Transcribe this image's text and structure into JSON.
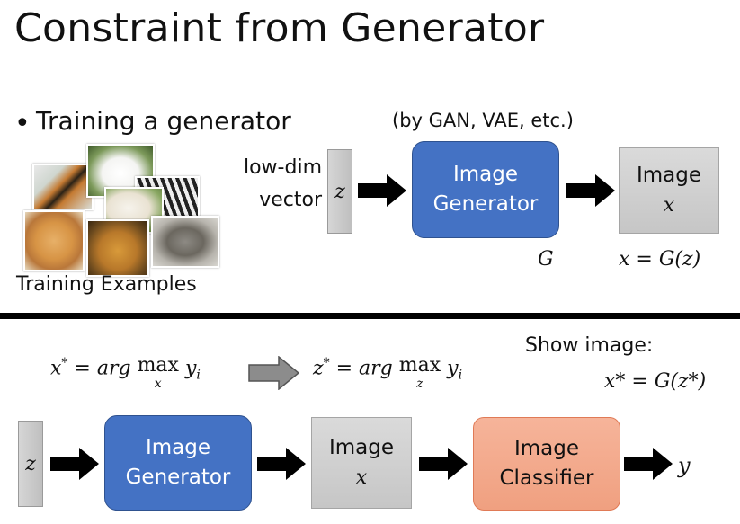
{
  "title": "Constraint from Generator",
  "bullet": "Training a generator",
  "note": "(by GAN, VAE, etc.)",
  "caption": "Training Examples",
  "photos": [
    "tiger",
    "samoyed",
    "llama",
    "zebra",
    "doge",
    "cat",
    "wolf"
  ],
  "top": {
    "vec_label_1": "low-dim",
    "vec_label_2": "vector",
    "z": "z",
    "generator_line1": "Image",
    "generator_line2": "Generator",
    "image_line1": "Image",
    "image_line2": "x",
    "g_label": "G",
    "x_eq": "x = G(z)"
  },
  "bottom": {
    "eq1_lhs": "x",
    "eq1_star": "*",
    "eq1_mid": " = arg ",
    "eq1_max": "max",
    "eq1_under": "x",
    "eq1_y": "y",
    "eq1_i": "i",
    "eq2_lhs": "z",
    "eq2_star": "*",
    "eq2_mid": " = arg ",
    "eq2_max": "max",
    "eq2_under": "z",
    "eq2_y": "y",
    "eq2_i": "i",
    "show_label": "Show image:",
    "show_eq": "x* = G(z*)",
    "z": "z",
    "generator_line1": "Image",
    "generator_line2": "Generator",
    "image_line1": "Image",
    "image_line2": "x",
    "classifier_line1": "Image",
    "classifier_line2": "Classifier",
    "y": "y"
  },
  "colors": {
    "generator": "#4472c4",
    "classifier": "#f4b183",
    "image_box": "#d0d0d0",
    "separator": "#000000"
  }
}
